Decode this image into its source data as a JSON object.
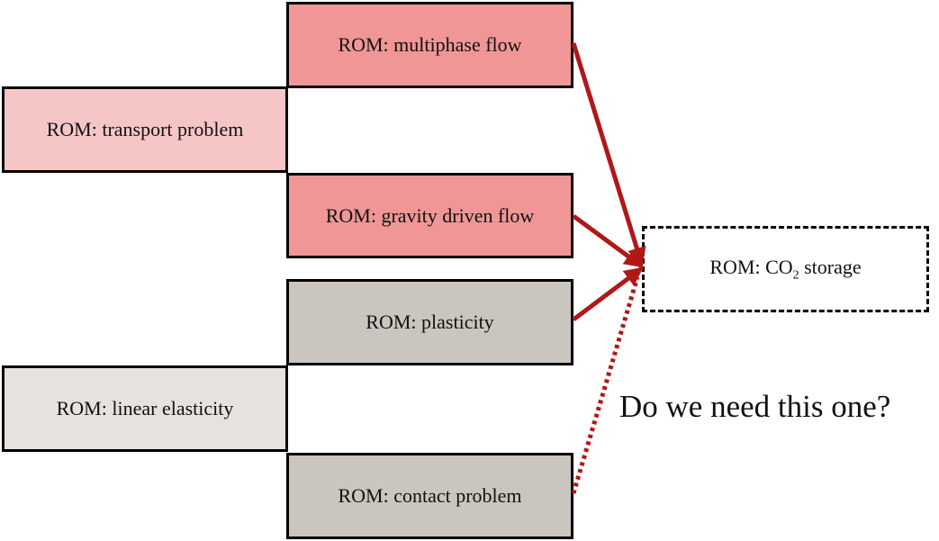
{
  "boxes": {
    "multiphase": "ROM: multiphase flow",
    "transport": "ROM: transport problem",
    "gravity": "ROM: gravity driven flow",
    "plasticity": "ROM: plasticity",
    "linear": "ROM: linear elasticity",
    "contact": "ROM: contact problem",
    "co2_prefix": "ROM: CO",
    "co2_sub": "2",
    "co2_suffix": " storage"
  },
  "question": "Do we need this one?",
  "colors": {
    "flow_box": "#f09696",
    "transport_box": "#f6c6c6",
    "mechanics_box": "#cac5bf",
    "elasticity_box": "#e6e2de",
    "arrow": "#b01818"
  }
}
